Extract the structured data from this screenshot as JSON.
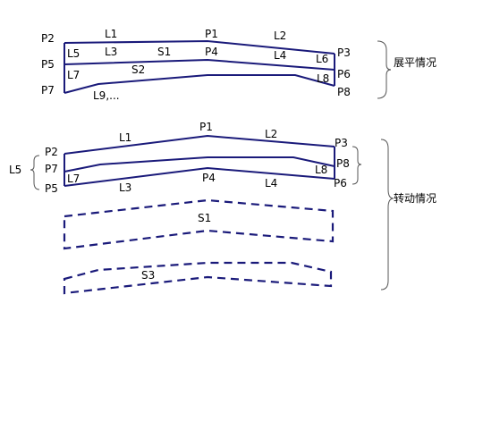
{
  "flat_section": {
    "labels": {
      "P2": "P2",
      "L1": "L1",
      "P1": "P1",
      "L2": "L2",
      "P3": "P3",
      "L5": "L5",
      "L3": "L3",
      "S1": "S1",
      "P4": "P4",
      "L4": "L4",
      "L6": "L6",
      "P5": "P5",
      "P6": "P6",
      "L7": "L7",
      "S2": "S2",
      "L8": "L8",
      "P7": "P7",
      "L9": "L9,...",
      "P8": "P8"
    },
    "caption": "展平情况"
  },
  "rotate_section": {
    "labels": {
      "L1": "L1",
      "P1": "P1",
      "L2": "L2",
      "P2": "P2",
      "P3": "P3",
      "L5": "L5",
      "P7": "P7",
      "P8": "P8",
      "L8": "L8",
      "L7": "L7",
      "P4": "P4",
      "P5": "P5",
      "L3": "L3",
      "L4": "L4",
      "P6": "P6",
      "S1": "S1",
      "S3": "S3"
    },
    "caption": "转动情况"
  },
  "colors": {
    "line": "#1a1a7a",
    "bracket": "#555555"
  }
}
